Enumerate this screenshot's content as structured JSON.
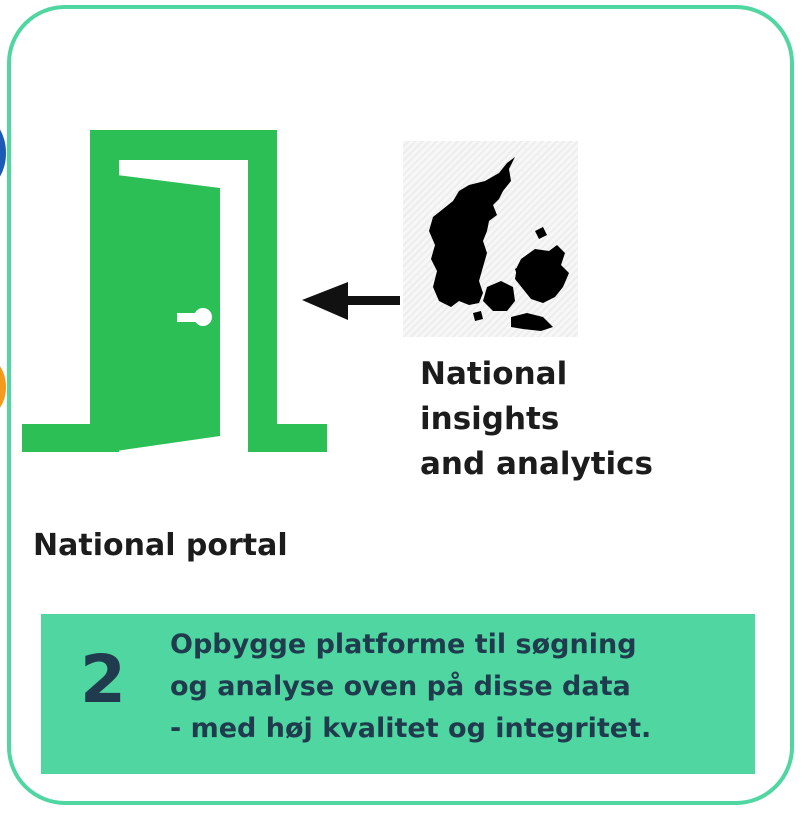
{
  "icons": {
    "door": "open-door-icon",
    "arrow": "arrow-left-icon",
    "map": "denmark-map-icon"
  },
  "colors": {
    "frame_border": "#4fd6a1",
    "door_green": "#2cbf56",
    "step_box": "#4fd6a1",
    "step_text": "#1f3b4d",
    "edge_blue": "#1c5bb5",
    "edge_orange": "#f39a1e"
  },
  "labels": {
    "insights": "National\ninsights\nand analytics",
    "portal": "National portal"
  },
  "step": {
    "number": "2",
    "text": "Opbygge platforme til søgning\nog analyse oven på disse data\n- med høj kvalitet og integritet."
  }
}
